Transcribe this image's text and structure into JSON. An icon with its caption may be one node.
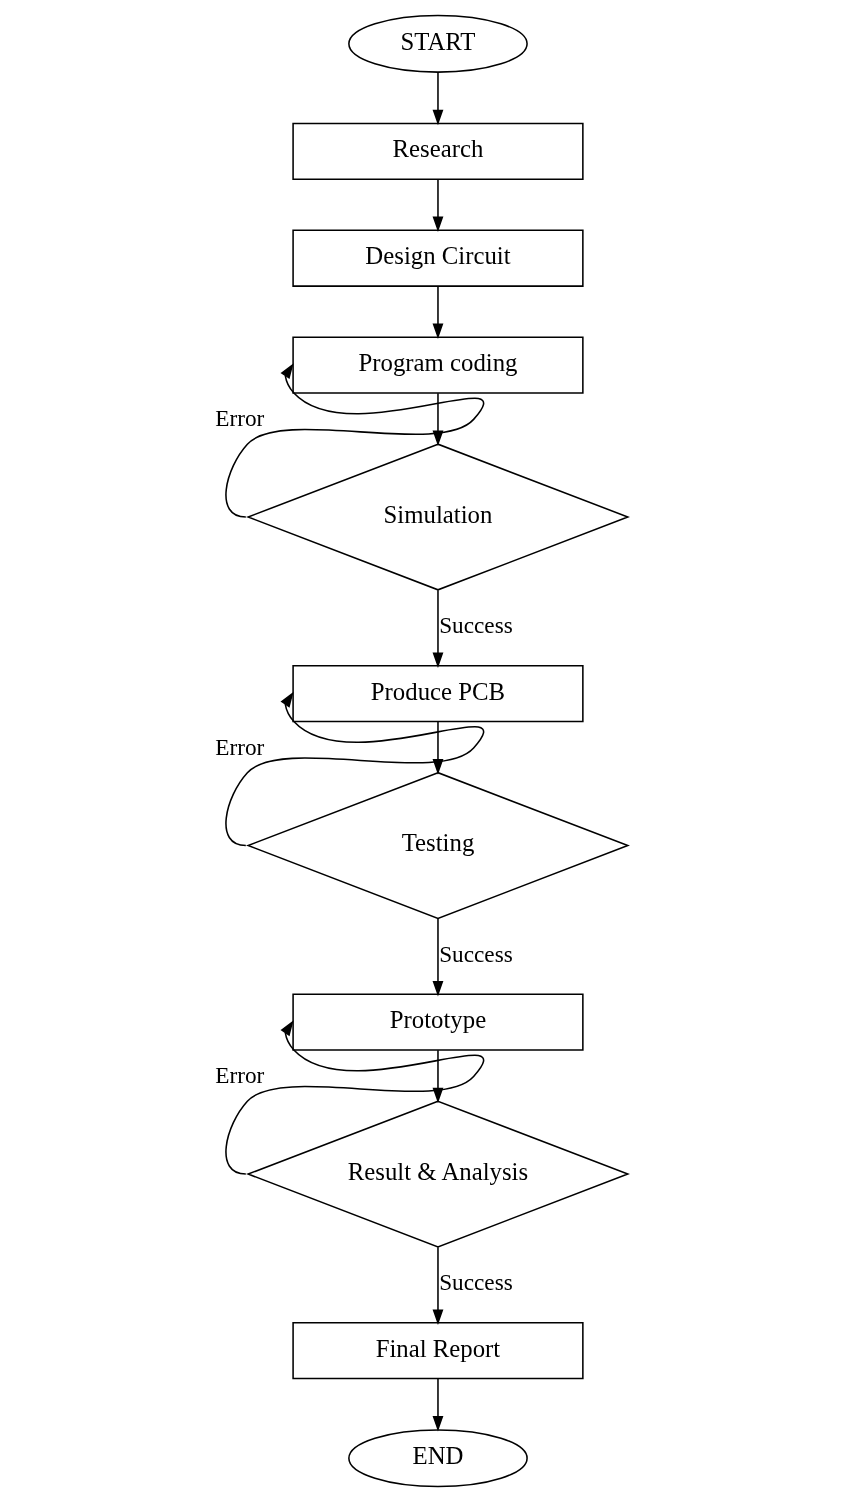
{
  "diagram": {
    "nodes": [
      {
        "text": [
          "START"
        ]
      },
      {
        "text": [
          "Research"
        ]
      },
      {
        "text": [
          "Design Circuit"
        ]
      },
      {
        "text": [
          "Program coding"
        ]
      },
      {
        "text": [
          "Simulation"
        ]
      },
      {
        "text": [
          "Produce PCB"
        ]
      },
      {
        "text": [
          "Testing"
        ]
      },
      {
        "text": [
          "Prototype"
        ]
      },
      {
        "text": [
          "Result & Analysis"
        ]
      },
      {
        "text": [
          "Final Report"
        ]
      },
      {
        "text": [
          "END"
        ]
      }
    ],
    "edges": [
      {
        "from": 0,
        "to": 1,
        "arrow": "to"
      },
      {
        "from": 1,
        "to": 2,
        "arrow": "to"
      },
      {
        "from": 2,
        "to": 3,
        "arrow": "to"
      },
      {
        "from": 3,
        "to": 4,
        "arrow": "to"
      },
      {
        "from": 4,
        "to": 3,
        "arrow": "to",
        "label": "Error"
      },
      {
        "from": 4,
        "to": 5,
        "arrow": "to",
        "label": "Success"
      },
      {
        "from": 5,
        "to": 6,
        "arrow": "to"
      },
      {
        "from": 6,
        "to": 5,
        "arrow": "to",
        "label": "Error"
      },
      {
        "from": 6,
        "to": 7,
        "arrow": "to",
        "label": "Success"
      },
      {
        "from": 7,
        "to": 8,
        "arrow": "to"
      },
      {
        "from": 8,
        "to": 7,
        "arrow": "to",
        "label": "Error"
      },
      {
        "from": 8,
        "to": 9,
        "arrow": "to",
        "label": "Success"
      },
      {
        "from": 9,
        "to": 10,
        "arrow": "to"
      }
    ]
  }
}
